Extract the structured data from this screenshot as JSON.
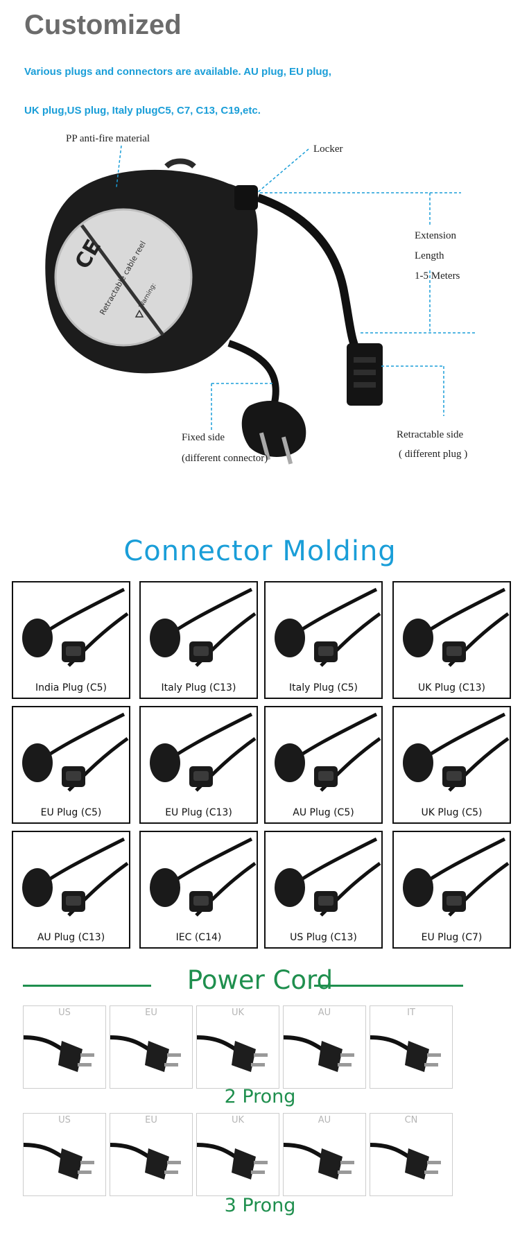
{
  "header": {
    "title": "Customized",
    "line1": "Various plugs and connectors are available. AU plug, EU plug,",
    "line2": "UK plug,US plug, Italy plugC5, C7, C13, C19,etc."
  },
  "diagram": {
    "material": "PP anti-fire material",
    "locker": "Locker",
    "extension_line1": "Extension",
    "extension_line2": "Length",
    "extension_line3": "1-5 Meters",
    "fixed_line1": "Fixed side",
    "fixed_line2": "(different connector)",
    "retract_line1": "Retractable side",
    "retract_line2": "( different plug )",
    "ce_mark": "CE",
    "label_text": "Retractable cable reel",
    "label_warning": "Warning:"
  },
  "molding": {
    "title": "Connector Molding",
    "items": [
      {
        "label": "India Plug (C5)"
      },
      {
        "label": "Italy Plug (C13)"
      },
      {
        "label": "Italy Plug (C5)"
      },
      {
        "label": "UK Plug (C13)"
      },
      {
        "label": "EU Plug (C5)"
      },
      {
        "label": "EU Plug (C13)"
      },
      {
        "label": "AU Plug (C5)"
      },
      {
        "label": "UK Plug (C5)"
      },
      {
        "label": "AU Plug (C13)"
      },
      {
        "label": "IEC (C14)"
      },
      {
        "label": "US Plug (C13)"
      },
      {
        "label": "EU Plug (C7)"
      }
    ]
  },
  "power_cord": {
    "title": "Power Cord",
    "two_prong_label": "2 Prong",
    "three_prong_label": "3 Prong",
    "two_prong": [
      {
        "region": "US"
      },
      {
        "region": "EU"
      },
      {
        "region": "UK"
      },
      {
        "region": "AU"
      },
      {
        "region": "IT"
      }
    ],
    "three_prong": [
      {
        "region": "US"
      },
      {
        "region": "EU"
      },
      {
        "region": "UK"
      },
      {
        "region": "AU"
      },
      {
        "region": "CN"
      }
    ]
  },
  "colors": {
    "accent_blue": "#1a9ed8",
    "accent_green": "#1f8f4e",
    "title_gray": "#6b6b6b"
  }
}
